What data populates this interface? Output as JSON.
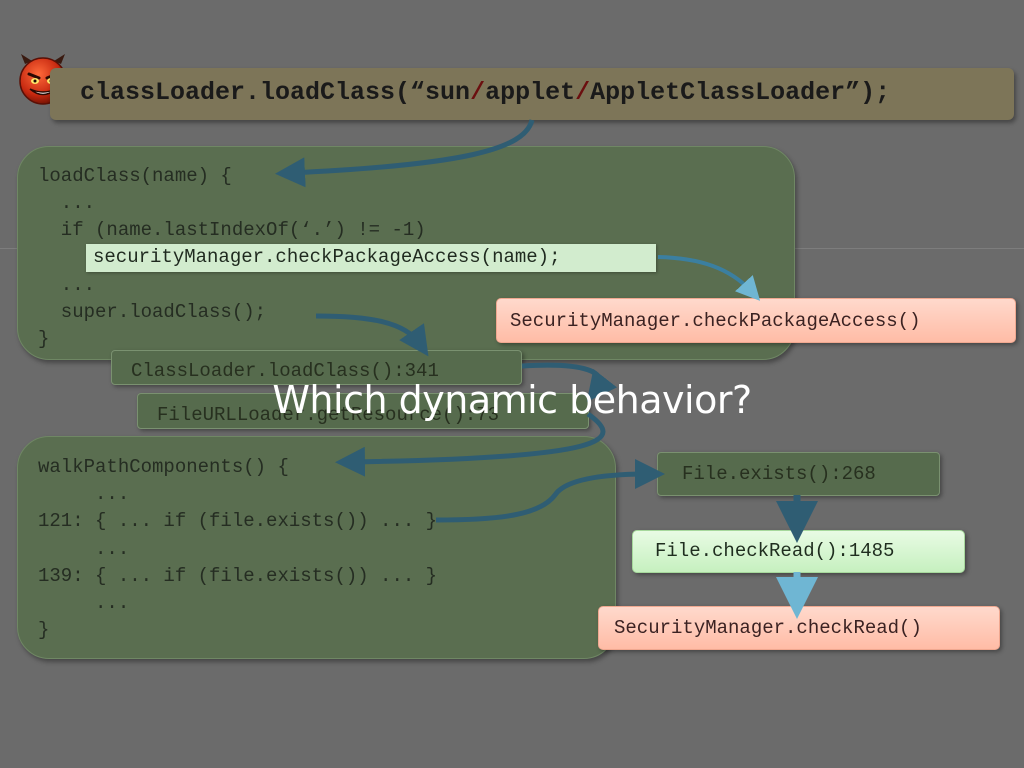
{
  "header": {
    "code_prefix": "classLoader.loadClass(“sun",
    "slash1": "/",
    "code_middle": "applet",
    "slash2": "/",
    "code_suffix": "AppletClassLoader”);"
  },
  "top_panel": {
    "lines": [
      "loadClass(name) {",
      "  ...",
      "  if (name.lastIndexOf(‘.’) != -1)",
      "  ...",
      "  super.loadClass();",
      "}"
    ],
    "highlight": "securityManager.checkPackageAccess(name);"
  },
  "stack_frames": {
    "frame1": "ClassLoader.loadClass():341",
    "frame2": "FileURLLoader.getResource():73"
  },
  "headline": "Which dynamic behavior?",
  "bottom_panel": {
    "lines": [
      "walkPathComponents() {",
      "     ...",
      "121: { ... if (file.exists()) ... }",
      "     ...",
      "139: { ... if (file.exists()) ... }",
      "     ...",
      "}"
    ]
  },
  "callouts": {
    "check_package_access": "SecurityManager.checkPackageAccess()",
    "file_exists": "File.exists():268",
    "file_check_read": "File.checkRead():1485",
    "check_read": "SecurityManager.checkRead()"
  },
  "icons": {
    "devil": "devil-face-icon"
  },
  "colors": {
    "background": "#6b6b6b",
    "code_panel": "#5a6e50",
    "header_bar": "#7d7558",
    "red_box": "#ffc9b5",
    "green_box": "#d6f6cf",
    "arrow": "#2f5d73",
    "arrow_light": "#6fb6d3",
    "slash": "#6b0f0f"
  }
}
